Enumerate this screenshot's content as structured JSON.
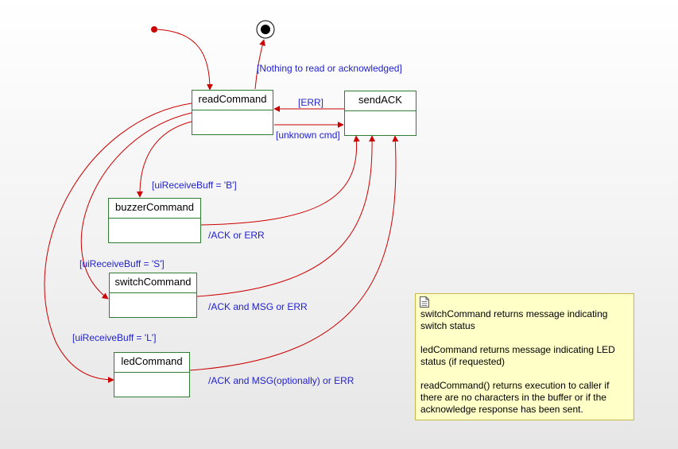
{
  "states": {
    "readCommand": "readCommand",
    "sendACK": "sendACK",
    "buzzerCommand": "buzzerCommand",
    "switchCommand": "switchCommand",
    "ledCommand": "ledCommand"
  },
  "labels": {
    "nothing_to_read": "[Nothing to read or acknowledged]",
    "err": "[ERR]",
    "unknown_cmd": "[unknown cmd]",
    "guard_b": "[uiReceiveBuff = 'B']",
    "guard_s": "[uiReceiveBuff = 'S']",
    "guard_l": "[uiReceiveBuff = 'L']",
    "ack_or_err": "/ACK or ERR",
    "ack_msg_or_err": "/ACK and MSG or ERR",
    "ack_msg_opt_or_err": "/ACK and MSG(optionally) or ERR"
  },
  "note": {
    "p1": "switchCommand returns message indicating switch status",
    "p2": "ledCommand returns message indicating LED status (if requested)",
    "p3": "readCommand() returns execution to caller if there are no characters in the buffer or if the acknowledge response has been sent."
  },
  "colors": {
    "transition": "#cc0000",
    "state_border": "#2e7d32",
    "label_text": "#1f1fd0",
    "note_bg": "#ffffc8"
  }
}
